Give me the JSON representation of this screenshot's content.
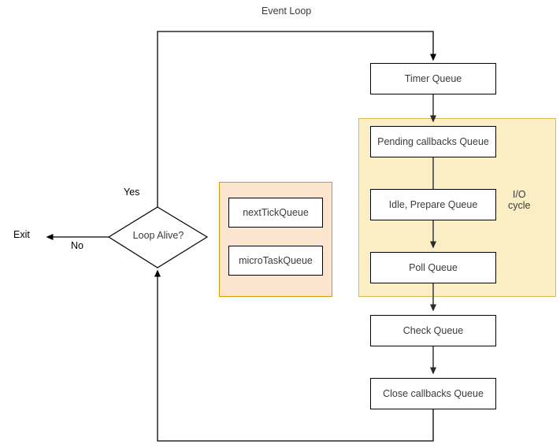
{
  "diagram": {
    "title": "Event Loop",
    "nodes": {
      "timer_queue": "Timer Queue",
      "pending_callbacks_queue": "Pending callbacks Queue",
      "idle_prepare_queue": "Idle, Prepare Queue",
      "poll_queue": "Poll Queue",
      "check_queue": "Check Queue",
      "close_callbacks_queue": "Close callbacks Queue",
      "next_tick_queue": "nextTickQueue",
      "micro_task_queue": "microTaskQueue",
      "decision": "Loop Alive?"
    },
    "groups": {
      "io_cycle_line1": "I/O",
      "io_cycle_line2": "cycle"
    },
    "edge_labels": {
      "yes": "Yes",
      "no": "No"
    },
    "terminals": {
      "exit": "Exit"
    },
    "colors": {
      "io_group_fill": "#fbeec4",
      "io_group_border": "#d6b656",
      "micro_group_fill": "#fce5cf",
      "micro_group_border": "#d79b00",
      "node_fill": "#ffffff",
      "node_border": "#000000",
      "connector": "#666666",
      "loop_line": "#000000",
      "text": "#3b3b3b"
    }
  }
}
